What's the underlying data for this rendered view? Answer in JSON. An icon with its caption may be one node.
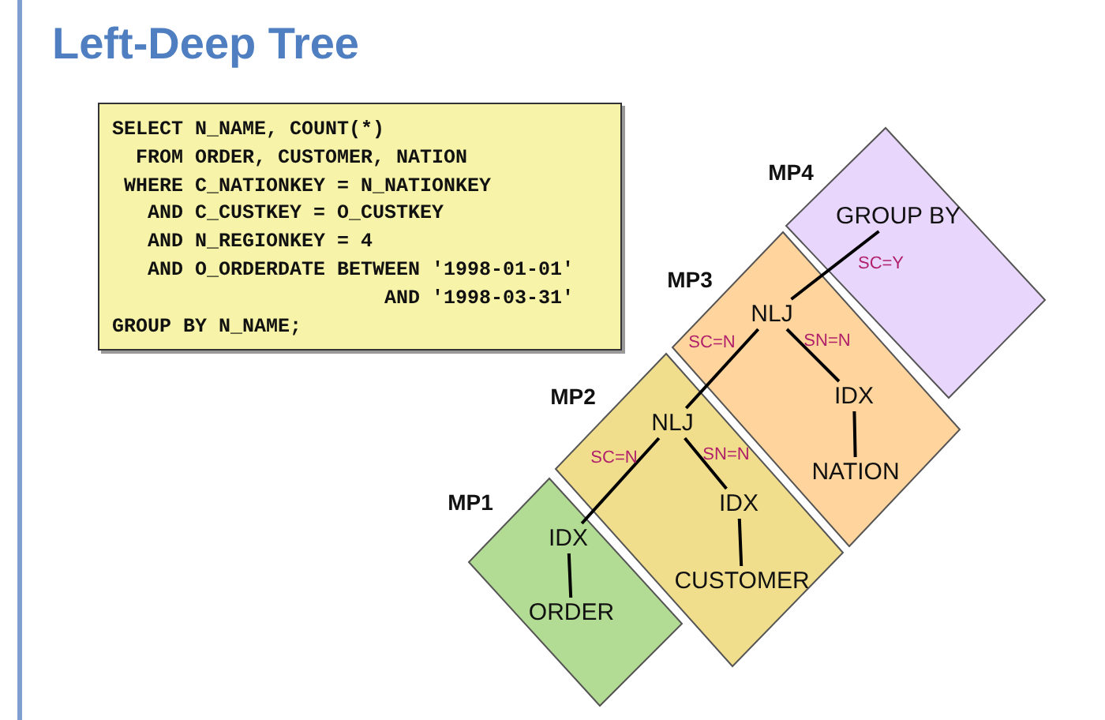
{
  "diagram": {
    "title": "Left-Deep Tree",
    "nodes": [
      {
        "text": [
          "SELECT N_NAME, COUNT(*)",
          "  FROM ORDER, CUSTOMER, NATION",
          " WHERE C_NATIONKEY = N_NATIONKEY",
          "   AND C_CUSTKEY = O_CUSTKEY",
          "   AND N_REGIONKEY = 4",
          "   AND O_ORDERDATE BETWEEN '1998-01-01'",
          "                       AND '1998-03-31'",
          "GROUP BY N_NAME;"
        ]
      },
      {
        "text": [
          "MP4"
        ]
      },
      {
        "text": [
          "GROUP BY"
        ],
        "in": 1
      },
      {
        "text": [
          "MP3"
        ]
      },
      {
        "text": [
          "NLJ"
        ],
        "in": 3
      },
      {
        "text": [
          "IDX"
        ],
        "in": 3
      },
      {
        "text": [
          "NATION"
        ],
        "in": 3
      },
      {
        "text": [
          "MP2"
        ]
      },
      {
        "text": [
          "NLJ"
        ],
        "in": 7
      },
      {
        "text": [
          "IDX"
        ],
        "in": 7
      },
      {
        "text": [
          "CUSTOMER"
        ],
        "in": 7
      },
      {
        "text": [
          "MP1"
        ]
      },
      {
        "text": [
          "IDX"
        ],
        "in": 11
      },
      {
        "text": [
          "ORDER"
        ],
        "in": 11
      }
    ],
    "edges": [
      {
        "from": 2,
        "to": 4,
        "arrow": "none",
        "label": "SC=Y"
      },
      {
        "from": 4,
        "to": 8,
        "arrow": "none",
        "label": "SC=N"
      },
      {
        "from": 4,
        "to": 5,
        "arrow": "none",
        "label": "SN=N"
      },
      {
        "from": 5,
        "to": 6,
        "arrow": "none"
      },
      {
        "from": 8,
        "to": 12,
        "arrow": "none",
        "label": "SC=N"
      },
      {
        "from": 8,
        "to": 9,
        "arrow": "none",
        "label": "SN=N"
      },
      {
        "from": 9,
        "to": 10,
        "arrow": "none"
      },
      {
        "from": 12,
        "to": 13,
        "arrow": "none"
      }
    ]
  }
}
